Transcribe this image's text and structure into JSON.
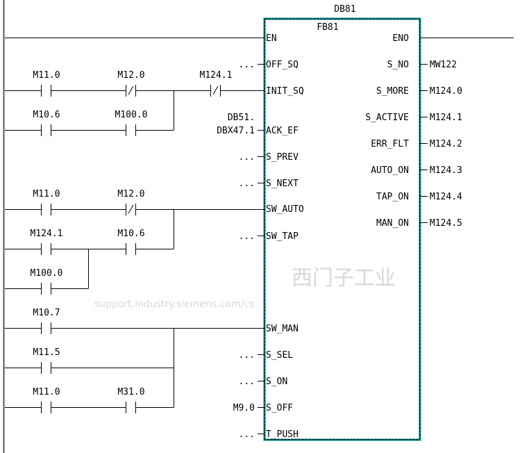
{
  "block": {
    "instance_db": "DB81",
    "type": "FB81",
    "colors": {
      "border": "#008080"
    },
    "inputs": [
      {
        "pin": "EN",
        "param": ""
      },
      {
        "pin": "OFF_SQ",
        "param": "..."
      },
      {
        "pin": "INIT_SQ",
        "param": ""
      },
      {
        "pin": "ACK_EF",
        "param_line1": "DB51.",
        "param": "DBX47.1"
      },
      {
        "pin": "S_PREV",
        "param": "..."
      },
      {
        "pin": "S_NEXT",
        "param": "..."
      },
      {
        "pin": "SW_AUTO",
        "param": ""
      },
      {
        "pin": "SW_TAP",
        "param": "..."
      },
      {
        "pin": "SW_MAN",
        "param": ""
      },
      {
        "pin": "S_SEL",
        "param": "..."
      },
      {
        "pin": "S_ON",
        "param": "..."
      },
      {
        "pin": "S_OFF",
        "param": "M9.0"
      },
      {
        "pin": "T_PUSH",
        "param": "..."
      }
    ],
    "outputs": [
      {
        "pin": "ENO",
        "param": ""
      },
      {
        "pin": "S_NO",
        "param": "MW122"
      },
      {
        "pin": "S_MORE",
        "param": "M124.0"
      },
      {
        "pin": "S_ACTIVE",
        "param": "M124.1"
      },
      {
        "pin": "ERR_FLT",
        "param": "M124.2"
      },
      {
        "pin": "AUTO_ON",
        "param": "M124.3"
      },
      {
        "pin": "TAP_ON",
        "param": "M124.4"
      },
      {
        "pin": "MAN_ON",
        "param": "M124.5"
      }
    ]
  },
  "contacts": [
    {
      "address": "M11.0",
      "type": "NO"
    },
    {
      "address": "M12.0",
      "type": "NC"
    },
    {
      "address": "M124.1",
      "type": "NC"
    },
    {
      "address": "M10.6",
      "type": "NO"
    },
    {
      "address": "M100.0",
      "type": "NO"
    },
    {
      "address": "M11.0",
      "type": "NO"
    },
    {
      "address": "M12.0",
      "type": "NC"
    },
    {
      "address": "M124.1",
      "type": "NO"
    },
    {
      "address": "M10.6",
      "type": "NO"
    },
    {
      "address": "M100.0",
      "type": "NO"
    },
    {
      "address": "M10.7",
      "type": "NO"
    },
    {
      "address": "M11.5",
      "type": "NO"
    },
    {
      "address": "M11.0",
      "type": "NO"
    },
    {
      "address": "M31.0",
      "type": "NO"
    }
  ],
  "watermark": {
    "line1": "西门子工业",
    "line2": "support.industry.siemens.com/cs"
  }
}
